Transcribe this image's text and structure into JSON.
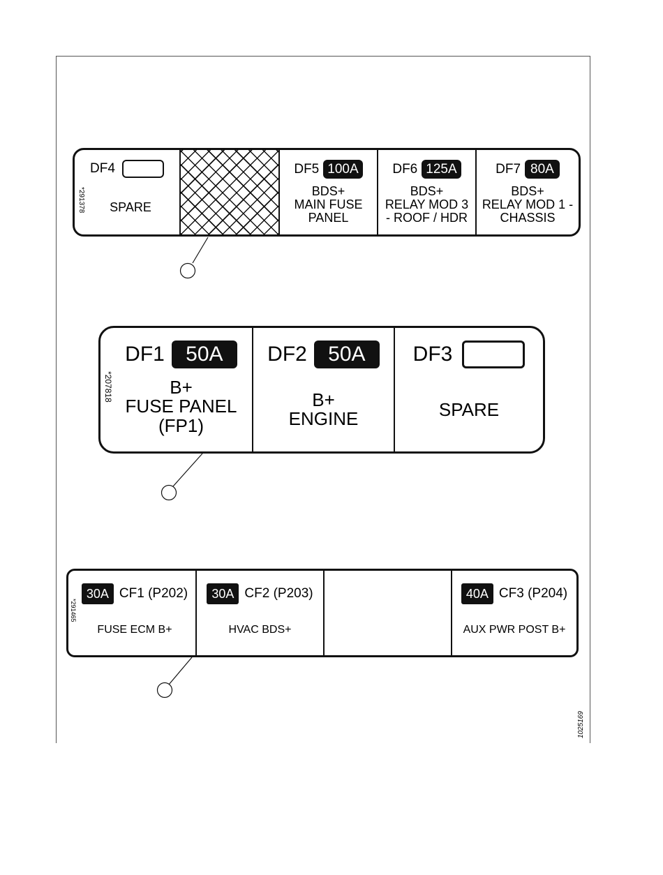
{
  "label_top": {
    "serial": "*291378",
    "cells": [
      {
        "position": "DF4",
        "amperage": "",
        "description": "SPARE"
      },
      {
        "position": "",
        "amperage": "",
        "description": "",
        "hatched": true
      },
      {
        "position": "DF5",
        "amperage": "100A",
        "description": "BDS+\nMAIN FUSE\nPANEL"
      },
      {
        "position": "DF6",
        "amperage": "125A",
        "description": "BDS+\nRELAY MOD 3\n- ROOF / HDR"
      },
      {
        "position": "DF7",
        "amperage": "80A",
        "description": "BDS+\nRELAY MOD 1 -\nCHASSIS"
      }
    ]
  },
  "label_middle": {
    "serial": "*207818",
    "cells": [
      {
        "position": "DF1",
        "amperage": "50A",
        "description": "B+\nFUSE PANEL\n(FP1)"
      },
      {
        "position": "DF2",
        "amperage": "50A",
        "description": "B+\nENGINE"
      },
      {
        "position": "DF3",
        "amperage": "",
        "description": "SPARE"
      }
    ]
  },
  "label_bottom": {
    "serial": "*291465",
    "cells": [
      {
        "position": "CF1 (P202)",
        "amperage": "30A",
        "description": "FUSE ECM B+"
      },
      {
        "position": "CF2 (P203)",
        "amperage": "30A",
        "description": "HVAC BDS+"
      },
      {
        "position": "",
        "amperage": "",
        "description": ""
      },
      {
        "position": "CF3 (P204)",
        "amperage": "40A",
        "description": "AUX PWR POST B+"
      }
    ]
  },
  "figure_number": "1025169"
}
